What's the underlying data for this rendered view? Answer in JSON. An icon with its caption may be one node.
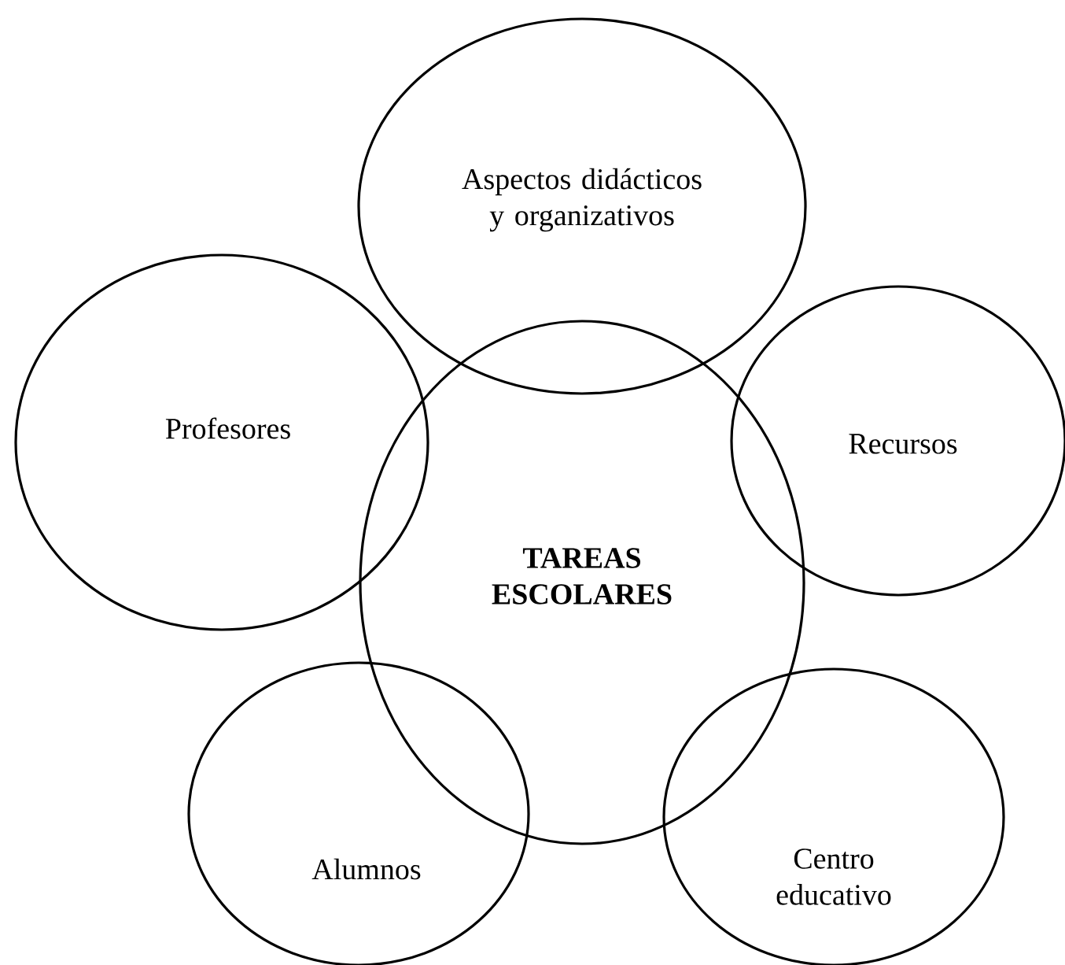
{
  "diagram": {
    "nodes": [
      {
        "text": [
          "Aspectos didácticos y organizativos"
        ]
      },
      {
        "text": [
          "Profesores"
        ]
      },
      {
        "text": [
          "TAREAS ESCOLARES"
        ]
      },
      {
        "text": [
          "Recursos"
        ]
      },
      {
        "text": [
          "Alumnos"
        ]
      },
      {
        "text": [
          "Centro educativo"
        ]
      }
    ]
  }
}
